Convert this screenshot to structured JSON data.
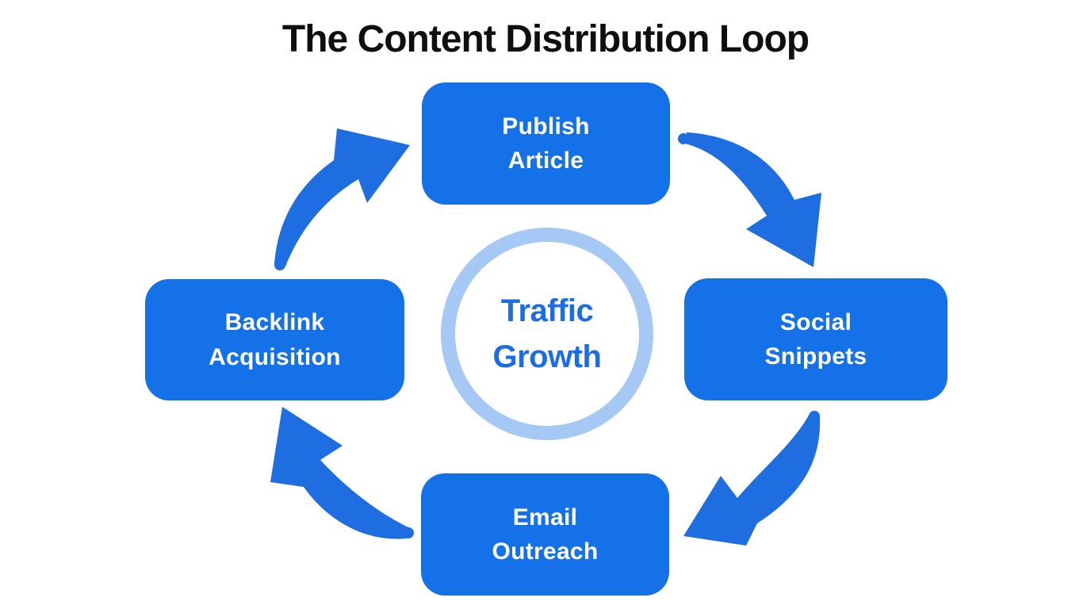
{
  "title": "The Content Distribution Loop",
  "center": {
    "line1": "Traffic",
    "line2": "Growth"
  },
  "nodes": [
    {
      "id": "publish-article",
      "line1": "Publish",
      "line2": "Article",
      "position": "top"
    },
    {
      "id": "social-snippets",
      "line1": "Social",
      "line2": "Snippets",
      "position": "right"
    },
    {
      "id": "email-outreach",
      "line1": "Email",
      "line2": "Outreach",
      "position": "bottom"
    },
    {
      "id": "backlink-acquisition",
      "line1": "Backlink",
      "line2": "Acquisition",
      "position": "left"
    }
  ],
  "arrows": [
    {
      "name": "backlink-to-publish",
      "from": "Backlink Acquisition",
      "to": "Publish Article"
    },
    {
      "name": "publish-to-social",
      "from": "Publish Article",
      "to": "Social Snippets"
    },
    {
      "name": "social-to-email",
      "from": "Social Snippets",
      "to": "Email Outreach"
    },
    {
      "name": "email-to-backlink",
      "from": "Email Outreach",
      "to": "Backlink Acquisition"
    }
  ],
  "flow_direction": "clockwise",
  "colors": {
    "box_blue": "#1571e8",
    "arrow_blue": "#1e6ee2",
    "ring_blue": "#a6c8f4",
    "center_text": "#1b6ce6",
    "title_text": "#0f0f10",
    "background": "#ffffff",
    "box_text": "#ffffff"
  }
}
